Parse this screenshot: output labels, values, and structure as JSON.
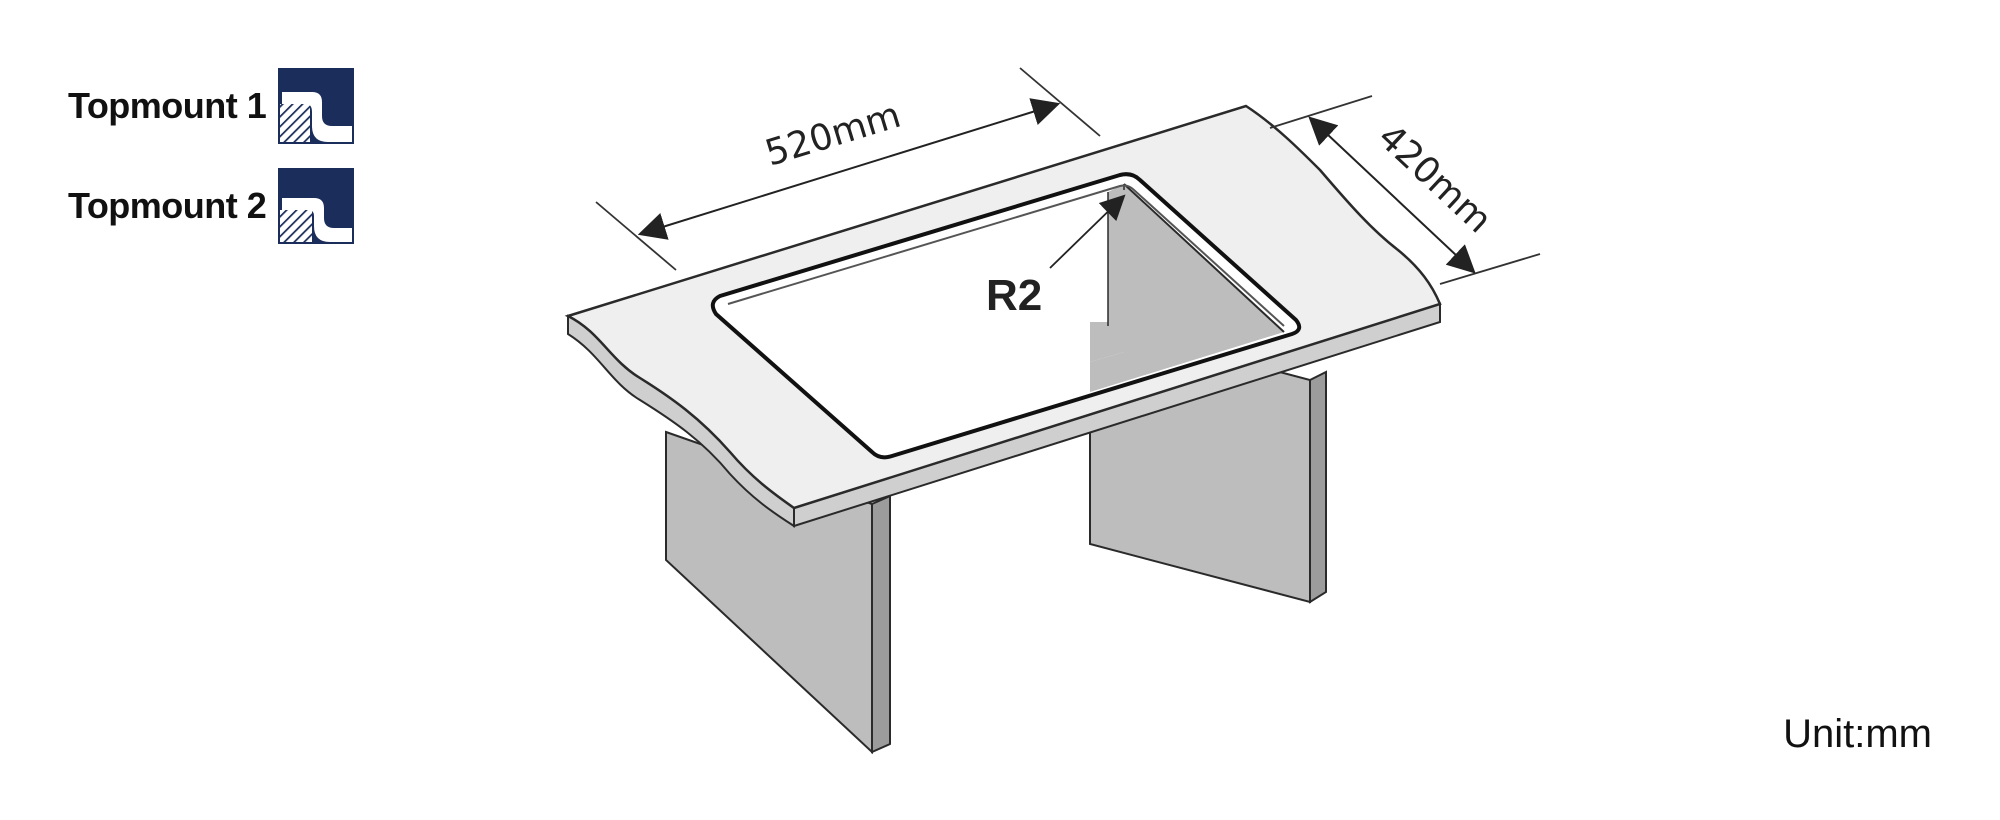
{
  "legend": {
    "items": [
      {
        "label": "Topmount 1",
        "icon": "topmount-1-icon"
      },
      {
        "label": "Topmount 2",
        "icon": "topmount-2-icon"
      }
    ]
  },
  "dimensions": {
    "length": "520mm",
    "width": "420mm",
    "corner_radius": "R2"
  },
  "unit_label": "Unit:mm",
  "colors": {
    "icon_navy": "#1b2d5a",
    "countertop": "#efefef",
    "cabinet_panel": "#bdbdbd",
    "outline": "#2a2a2a"
  }
}
